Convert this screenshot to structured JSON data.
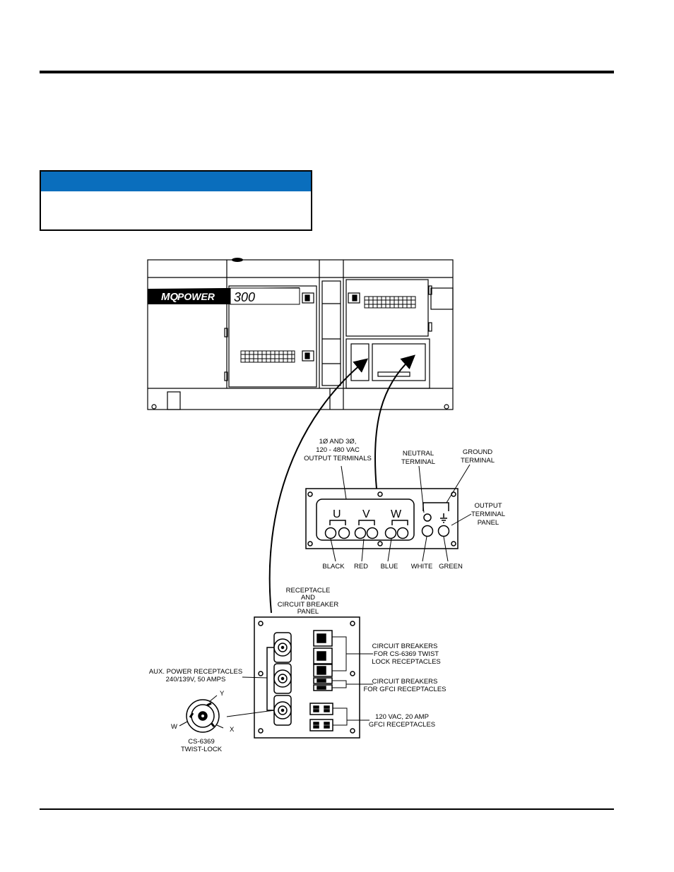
{
  "colors": {
    "note_header": "#0a6ebd",
    "line": "#000000"
  },
  "generator": {
    "brand_part1": "MQ",
    "brand_part2": "POWER",
    "model": "300"
  },
  "output_panel": {
    "title_lines": [
      "1Ø AND 3Ø,",
      "120 - 480 VAC",
      "OUTPUT TERMINALS"
    ],
    "neutral_lines": [
      "NEUTRAL",
      "TERMINAL"
    ],
    "ground_lines": [
      "GROUND",
      "TERMINAL"
    ],
    "panel_lines": [
      "OUTPUT",
      "TERMINAL",
      "PANEL"
    ],
    "terminal_u": "U",
    "terminal_v": "V",
    "terminal_w": "W",
    "wire_colors": [
      "BLACK",
      "RED",
      "BLUE",
      "WHITE",
      "GREEN"
    ]
  },
  "receptacle_panel": {
    "title_lines": [
      "RECEPTACLE",
      "AND",
      "CIRCUIT BREAKER",
      "PANEL"
    ],
    "aux_lines": [
      "AUX. POWER RECEPTACLES",
      "240/139V, 50 AMPS"
    ],
    "twist_pins": [
      "Y",
      "W",
      "X"
    ],
    "twist_lines": [
      "CS-6369",
      "TWIST-LOCK"
    ],
    "breaker_twist_lines": [
      "CIRCUIT BREAKERS",
      "FOR CS-6369 TWIST",
      "LOCK RECEPTACLES"
    ],
    "breaker_gfci_lines": [
      "CIRCUIT BREAKERS",
      "FOR GFCI RECEPTACLES"
    ],
    "gfci_lines": [
      "120 VAC, 20 AMP",
      "GFCI RECEPTACLES"
    ]
  }
}
